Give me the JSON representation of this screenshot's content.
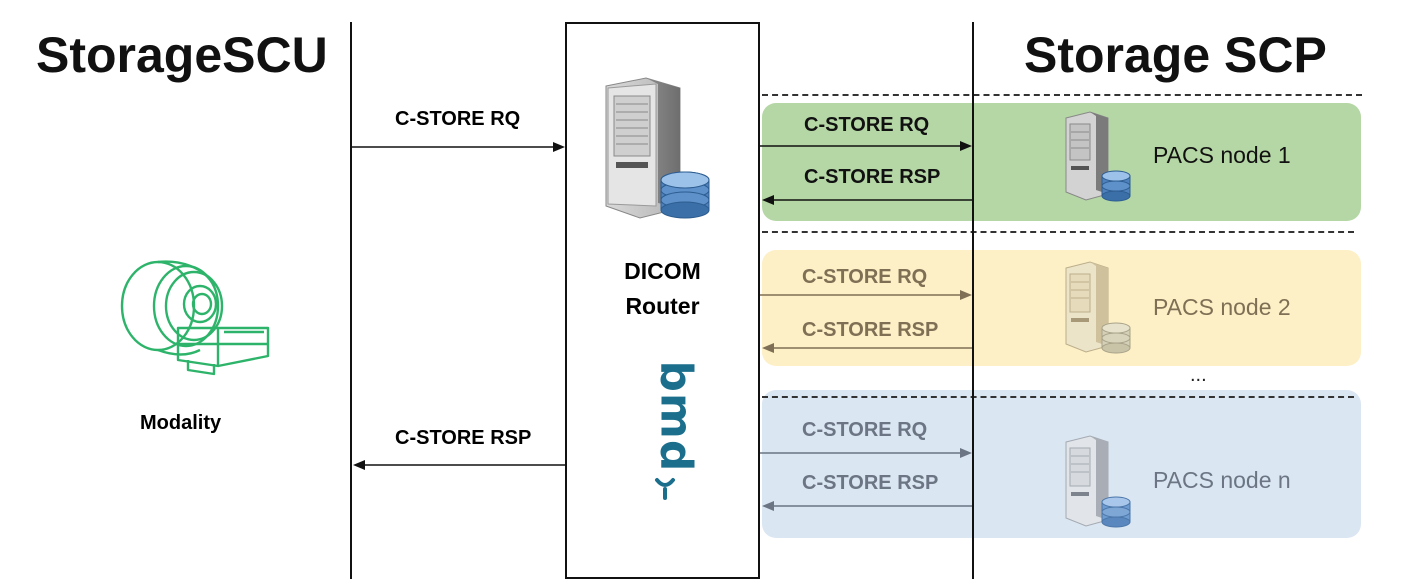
{
  "titles": {
    "left": "StorageSCU",
    "right": "Storage SCP"
  },
  "modality": {
    "label": "Modality",
    "icon": "mri-scanner-icon",
    "color": "#2eb46a"
  },
  "router": {
    "line1": "DICOM",
    "line2": "Router",
    "icon": "server-database-icon",
    "logo_text": "bmd"
  },
  "scu_messages": {
    "request": "C-STORE RQ",
    "response": "C-STORE RSP"
  },
  "nodes": [
    {
      "name": "PACS node 1",
      "request": "C-STORE RQ",
      "response": "C-STORE RSP",
      "band_color": "#b5d7a5",
      "text_color": "#111111"
    },
    {
      "name": "PACS node 2",
      "request": "C-STORE RQ",
      "response": "C-STORE RSP",
      "band_color": "#fdf0c6",
      "text_color": "#7f6f55"
    },
    {
      "name": "PACS node n",
      "request": "C-STORE RQ",
      "response": "C-STORE RSP",
      "band_color": "#dbe6f3",
      "text_color": "#6b7583"
    }
  ],
  "ellipsis": "..."
}
